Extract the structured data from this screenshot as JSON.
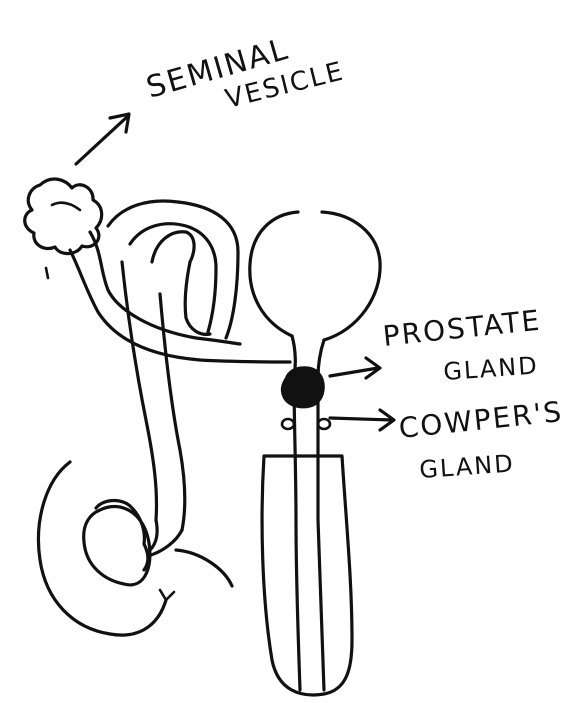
{
  "labels": {
    "seminal_vesicle_line1": "SEMINAL",
    "seminal_vesicle_line2": "VESICLE",
    "prostate_line1": "PROSTATE",
    "prostate_line2": "GLAND",
    "cowper_line1": "COWPER'S",
    "cowper_line2": "GLAND"
  },
  "colors": {
    "ink": "#111111",
    "paper": "#ffffff"
  }
}
